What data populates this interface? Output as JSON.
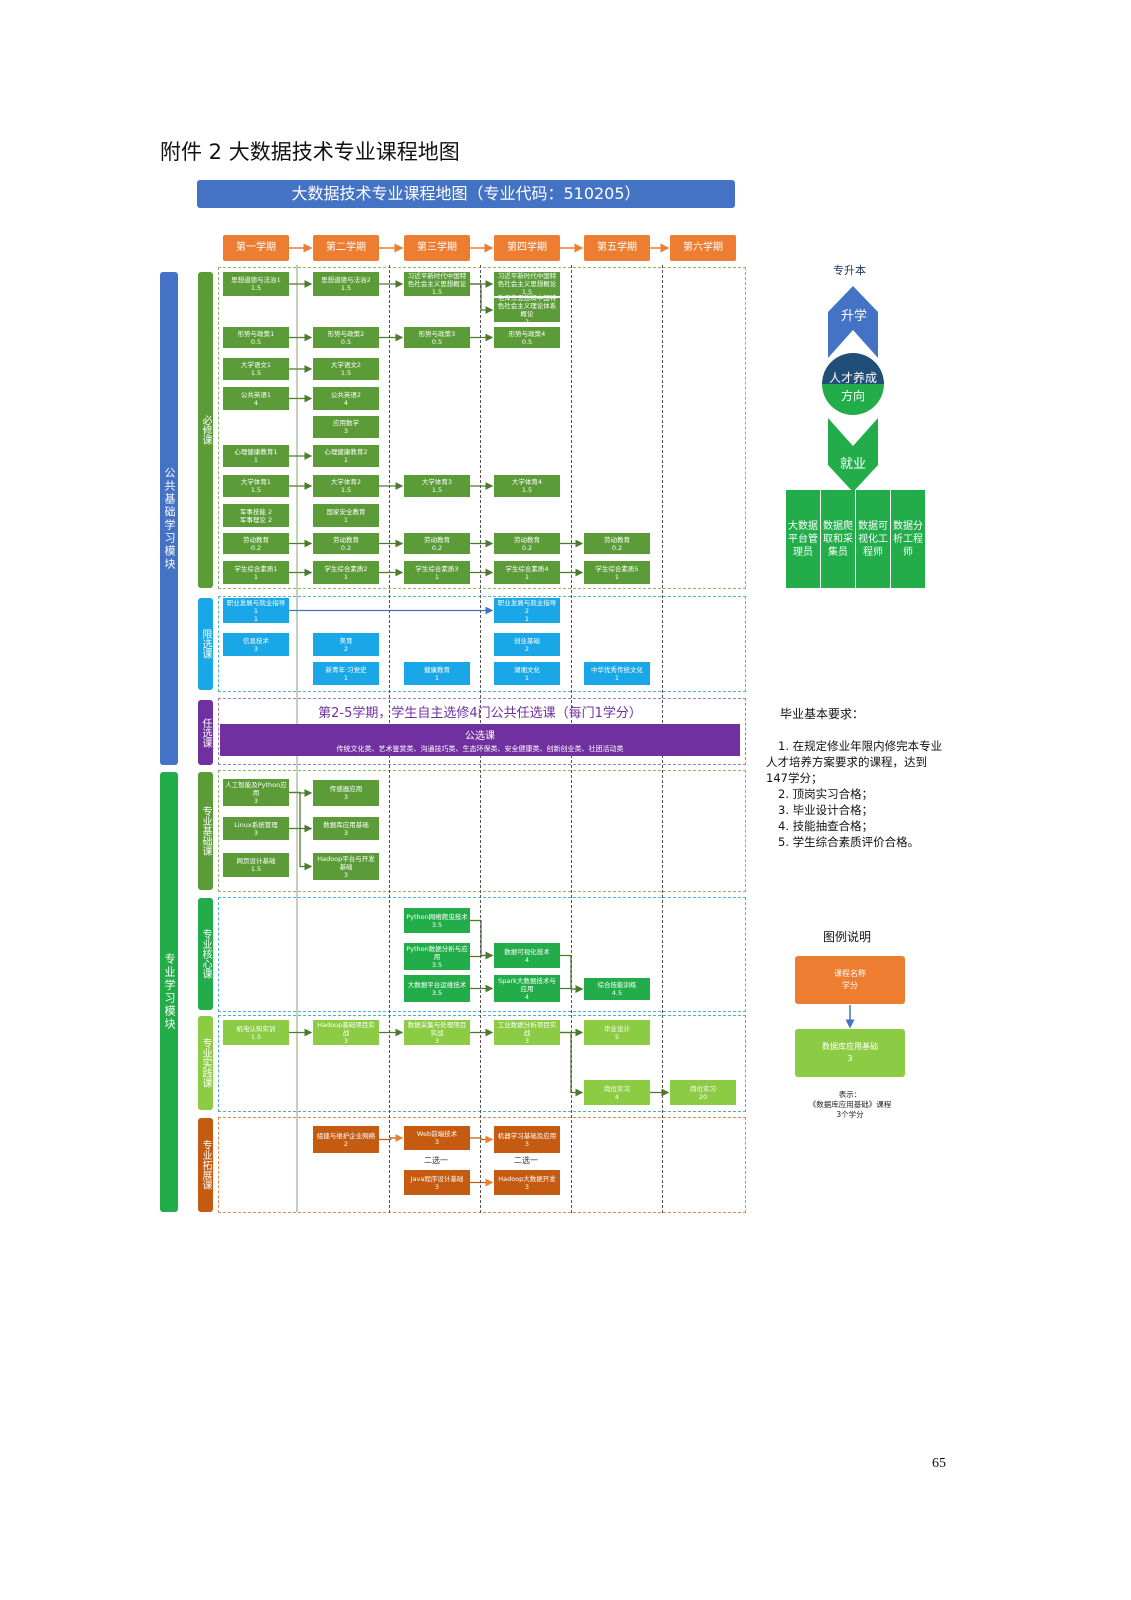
{
  "heading": "附件 2  大数据技术专业课程地图",
  "banner": "大数据技术专业课程地图（专业代码：510205）",
  "semesters": [
    "第一学期",
    "第二学期",
    "第三学期",
    "第四学期",
    "第五学期",
    "第六学期"
  ],
  "modules": {
    "public": "公共基础学习模块",
    "professional": "专业学习模块"
  },
  "categories": {
    "required": "必修课",
    "limited": "限选课",
    "optional": "任选课",
    "base": "专业基础课",
    "core": "专业核心课",
    "practice": "专业实践课",
    "extension": "专业拓展课"
  },
  "colors": {
    "banner": "#4472c4",
    "semester": "#ed7d31",
    "required": "#5b9b38",
    "limited": "#1aa7e8",
    "optional": "#7030a0",
    "core": "#22ad4a",
    "practice": "#8ccb44",
    "extension": "#c55a11"
  },
  "courses": [
    {
      "id": "sx1",
      "name": "思想道德与法治1",
      "credit": "1.5",
      "group": "req"
    },
    {
      "id": "sx2",
      "name": "思想道德与法治2",
      "credit": "1.5",
      "group": "req"
    },
    {
      "id": "xjp3",
      "name": "习近平新时代中国特色社会主义思想概论",
      "credit": "1.5",
      "group": "req"
    },
    {
      "id": "xjp4",
      "name": "习近平新时代中国特色社会主义思想概论",
      "credit": "1.5",
      "group": "req"
    },
    {
      "id": "mzd4",
      "name": "毛泽东思想和中国特色社会主义理论体系概论",
      "credit": "2",
      "group": "req"
    },
    {
      "id": "xs1",
      "name": "形势与政策1",
      "credit": "0.5",
      "group": "req"
    },
    {
      "id": "xs2",
      "name": "形势与政策2",
      "credit": "0.5",
      "group": "req"
    },
    {
      "id": "xs3",
      "name": "形势与政策3",
      "credit": "0.5",
      "group": "req"
    },
    {
      "id": "xs4",
      "name": "形势与政策4",
      "credit": "0.5",
      "group": "req"
    },
    {
      "id": "yw1",
      "name": "大学语文1",
      "credit": "1.5",
      "group": "req"
    },
    {
      "id": "yw2",
      "name": "大学语文2",
      "credit": "1.5",
      "group": "req"
    },
    {
      "id": "yy1",
      "name": "公共英语1",
      "credit": "4",
      "group": "req"
    },
    {
      "id": "yy2",
      "name": "公共英语2",
      "credit": "4",
      "group": "req"
    },
    {
      "id": "sx",
      "name": "应用数学",
      "credit": "3",
      "group": "req"
    },
    {
      "id": "xl1",
      "name": "心理健康教育1",
      "credit": "1",
      "group": "req"
    },
    {
      "id": "xl2",
      "name": "心理健康教育2",
      "credit": "1",
      "group": "req"
    },
    {
      "id": "ty1",
      "name": "大学体育1",
      "credit": "1.5",
      "group": "req"
    },
    {
      "id": "ty2",
      "name": "大学体育2",
      "credit": "1.5",
      "group": "req"
    },
    {
      "id": "ty3",
      "name": "大学体育3",
      "credit": "1.5",
      "group": "req"
    },
    {
      "id": "ty4",
      "name": "大学体育4",
      "credit": "1.5",
      "group": "req"
    },
    {
      "id": "js1",
      "name": "军事技能  2",
      "credit": "军事理论  2",
      "group": "req"
    },
    {
      "id": "gj2",
      "name": "国家安全教育",
      "credit": "1",
      "group": "req"
    },
    {
      "id": "ld1",
      "name": "劳动教育",
      "credit": "0.2",
      "group": "req"
    },
    {
      "id": "ld2",
      "name": "劳动教育",
      "credit": "0.2",
      "group": "req"
    },
    {
      "id": "ld3",
      "name": "劳动教育",
      "credit": "0.2",
      "group": "req"
    },
    {
      "id": "ld4",
      "name": "劳动教育",
      "credit": "0.2",
      "group": "req"
    },
    {
      "id": "ld5",
      "name": "劳动教育",
      "credit": "0.2",
      "group": "req"
    },
    {
      "id": "zh1",
      "name": "学生综合素质1",
      "credit": "1",
      "group": "req"
    },
    {
      "id": "zh2",
      "name": "学生综合素质2",
      "credit": "1",
      "group": "req"
    },
    {
      "id": "zh3",
      "name": "学生综合素质3",
      "credit": "1",
      "group": "req"
    },
    {
      "id": "zh4",
      "name": "学生综合素质4",
      "credit": "1",
      "group": "req"
    },
    {
      "id": "zh5",
      "name": "学生综合素质5",
      "credit": "1",
      "group": "req"
    },
    {
      "id": "zy1",
      "name": "职业发展与就业指导1",
      "credit": "1",
      "group": "lim"
    },
    {
      "id": "zy2",
      "name": "职业发展与就业指导2",
      "credit": "1",
      "group": "lim"
    },
    {
      "id": "xx1",
      "name": "信息技术",
      "credit": "3",
      "group": "lim"
    },
    {
      "id": "my2",
      "name": "美育",
      "credit": "2",
      "group": "lim"
    },
    {
      "id": "cy4",
      "name": "创业基础",
      "credit": "2",
      "group": "lim"
    },
    {
      "id": "xqn2",
      "name": "新青年·习党史",
      "credit": "1",
      "group": "lim"
    },
    {
      "id": "jk3",
      "name": "健康教育",
      "credit": "1",
      "group": "lim"
    },
    {
      "id": "hx4",
      "name": "湖湘文化",
      "credit": "1",
      "group": "lim"
    },
    {
      "id": "zh5c",
      "name": "中华优秀传统文化",
      "credit": "1",
      "group": "lim"
    },
    {
      "id": "ai1",
      "name": "人工智能及Python应用",
      "credit": "3",
      "group": "base"
    },
    {
      "id": "lx1",
      "name": "Linux系统管理",
      "credit": "3",
      "group": "base"
    },
    {
      "id": "wy1",
      "name": "网页设计基础",
      "credit": "1.5",
      "group": "base"
    },
    {
      "id": "cg2",
      "name": "传感器应用",
      "credit": "3",
      "group": "base"
    },
    {
      "id": "db2",
      "name": "数据库应用基础",
      "credit": "3",
      "group": "base"
    },
    {
      "id": "hd2",
      "name": "Hadoop平台与开发基础",
      "credit": "3",
      "group": "base"
    },
    {
      "id": "pc3",
      "name": "Python网络爬虫技术",
      "credit": "3.5",
      "group": "core"
    },
    {
      "id": "pa3",
      "name": "Python数据分析与应用",
      "credit": "3.5",
      "group": "core"
    },
    {
      "id": "yw3",
      "name": "大数据平台运维技术",
      "credit": "3.5",
      "group": "core"
    },
    {
      "id": "vis4",
      "name": "数据可视化技术",
      "credit": "4",
      "group": "core"
    },
    {
      "id": "sp4",
      "name": "Spark大数据技术与应用",
      "credit": "4",
      "group": "core"
    },
    {
      "id": "zj5",
      "name": "综合技能训练",
      "credit": "4.5",
      "group": "core"
    },
    {
      "id": "jd1",
      "name": "机电认知实训",
      "credit": "1.5",
      "group": "prac"
    },
    {
      "id": "hp2",
      "name": "Hadoop基础项目实战",
      "credit": "3",
      "group": "prac"
    },
    {
      "id": "cj3",
      "name": "数据采集与处理项目实战",
      "credit": "3",
      "group": "prac"
    },
    {
      "id": "gy4",
      "name": "工业数据分析项目实战",
      "credit": "3",
      "group": "prac"
    },
    {
      "id": "by5",
      "name": "毕业设计",
      "credit": "5",
      "group": "prac"
    },
    {
      "id": "sx5",
      "name": "岗位实习",
      "credit": "4",
      "group": "prac"
    },
    {
      "id": "sx6",
      "name": "岗位实习",
      "credit": "20",
      "group": "prac"
    },
    {
      "id": "wl2",
      "name": "组建与维护企业网络",
      "credit": "2",
      "group": "ext"
    },
    {
      "id": "web3",
      "name": "Web前端技术",
      "credit": "3",
      "group": "ext"
    },
    {
      "id": "java3",
      "name": "Java程序设计基础",
      "credit": "3",
      "group": "ext"
    },
    {
      "id": "ml4",
      "name": "机器学习基础及应用",
      "credit": "3",
      "group": "ext"
    },
    {
      "id": "hb4",
      "name": "Hadoop大数据开发",
      "credit": "3",
      "group": "ext"
    }
  ],
  "links": [
    [
      "sx1",
      "sx2"
    ],
    [
      "sx2",
      "xjp3"
    ],
    [
      "xjp3",
      "xjp4"
    ],
    [
      "xjp3",
      "mzd4"
    ],
    [
      "xs1",
      "xs2"
    ],
    [
      "xs2",
      "xs3"
    ],
    [
      "xs3",
      "xs4"
    ],
    [
      "yw1",
      "yw2"
    ],
    [
      "yy1",
      "yy2"
    ],
    [
      "xl1",
      "xl2"
    ],
    [
      "ty1",
      "ty2"
    ],
    [
      "ty2",
      "ty3"
    ],
    [
      "ty3",
      "ty4"
    ],
    [
      "ld1",
      "ld2"
    ],
    [
      "ld2",
      "ld3"
    ],
    [
      "ld3",
      "ld4"
    ],
    [
      "ld4",
      "ld5"
    ],
    [
      "zh1",
      "zh2"
    ],
    [
      "zh2",
      "zh3"
    ],
    [
      "zh3",
      "zh4"
    ],
    [
      "zh4",
      "zh5"
    ],
    [
      "zy1",
      "zy2"
    ],
    [
      "ai1",
      "cg2"
    ],
    [
      "ai1",
      "db2"
    ],
    [
      "lx1",
      "hd2"
    ],
    [
      "pc3",
      "vis4"
    ],
    [
      "pa3",
      "vis4"
    ],
    [
      "yw3",
      "sp4"
    ],
    [
      "vis4",
      "zj5"
    ],
    [
      "sp4",
      "zj5"
    ],
    [
      "jd1",
      "hp2"
    ],
    [
      "hp2",
      "cj3"
    ],
    [
      "cj3",
      "gy4"
    ],
    [
      "gy4",
      "by5"
    ],
    [
      "gy4",
      "sx5"
    ],
    [
      "sx5",
      "sx6"
    ],
    [
      "wl2",
      "web3"
    ],
    [
      "web3",
      "ml4"
    ],
    [
      "java3",
      "hb4"
    ]
  ],
  "choose_one": [
    "二选一",
    "二选一"
  ],
  "elective": {
    "title": "第2-5学期，学生自主选修4门公共任选课（每门1学分）",
    "bar_title": "公选课",
    "bar_desc": "传统文化类、艺术鉴赏类、沟通技巧类、生态环保类、安全健康类、创新创业类、社团活动类"
  },
  "direction": {
    "upgrade_target": "专升本",
    "upgrade": "升学",
    "center_top": "人才养成",
    "center_bottom": "方向",
    "employment": "就业",
    "jobs": [
      "大数据平台管理员",
      "数据爬取和采集员",
      "数据可视化工程师",
      "数据分析工程师"
    ]
  },
  "requirements": {
    "title": "毕业基本要求：",
    "items": [
      "1. 在规定修业年限内修完本专业人才培养方案要求的课程，达到147学分；",
      "2. 顶岗实习合格；",
      "3. 毕业设计合格；",
      "4. 技能抽查合格；",
      "5. 学生综合素质评价合格。"
    ]
  },
  "legend": {
    "title": "图例说明",
    "top_name": "课程名称",
    "top_credit": "学分",
    "bottom_name": "数据库应用基础",
    "bottom_credit": "3",
    "caption": [
      "表示：",
      "《数据库应用基础》课程",
      "3个学分"
    ]
  },
  "page_number": "65"
}
